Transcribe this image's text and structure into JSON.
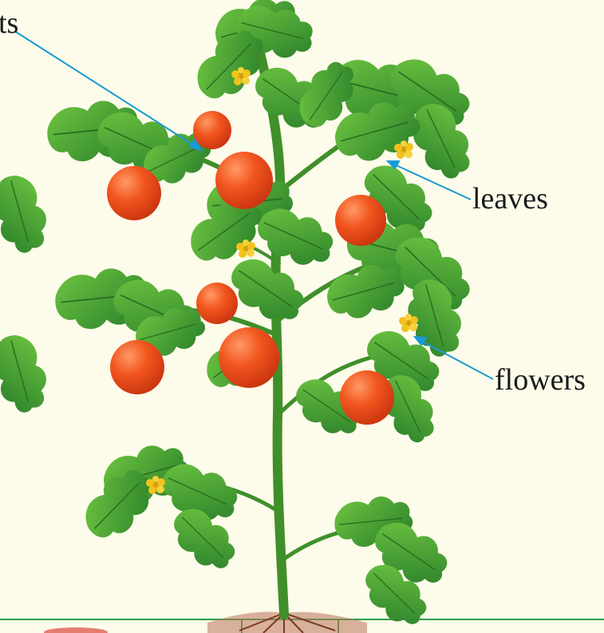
{
  "labels": {
    "fruits": "ts",
    "leaves": "leaves",
    "flowers": "flowers"
  },
  "colors": {
    "background": "#fdfbea",
    "pointer_line": "#1a9ad6",
    "leaf_dark": "#2e8b2e",
    "leaf_light": "#5cb83a",
    "stem": "#3f8f2a",
    "tomato": "#ee4a1c",
    "tomato_highlight": "#ff8a55",
    "flower": "#f2c21b",
    "soil": "#8a4a2a",
    "frame_line": "#2aa04a"
  }
}
